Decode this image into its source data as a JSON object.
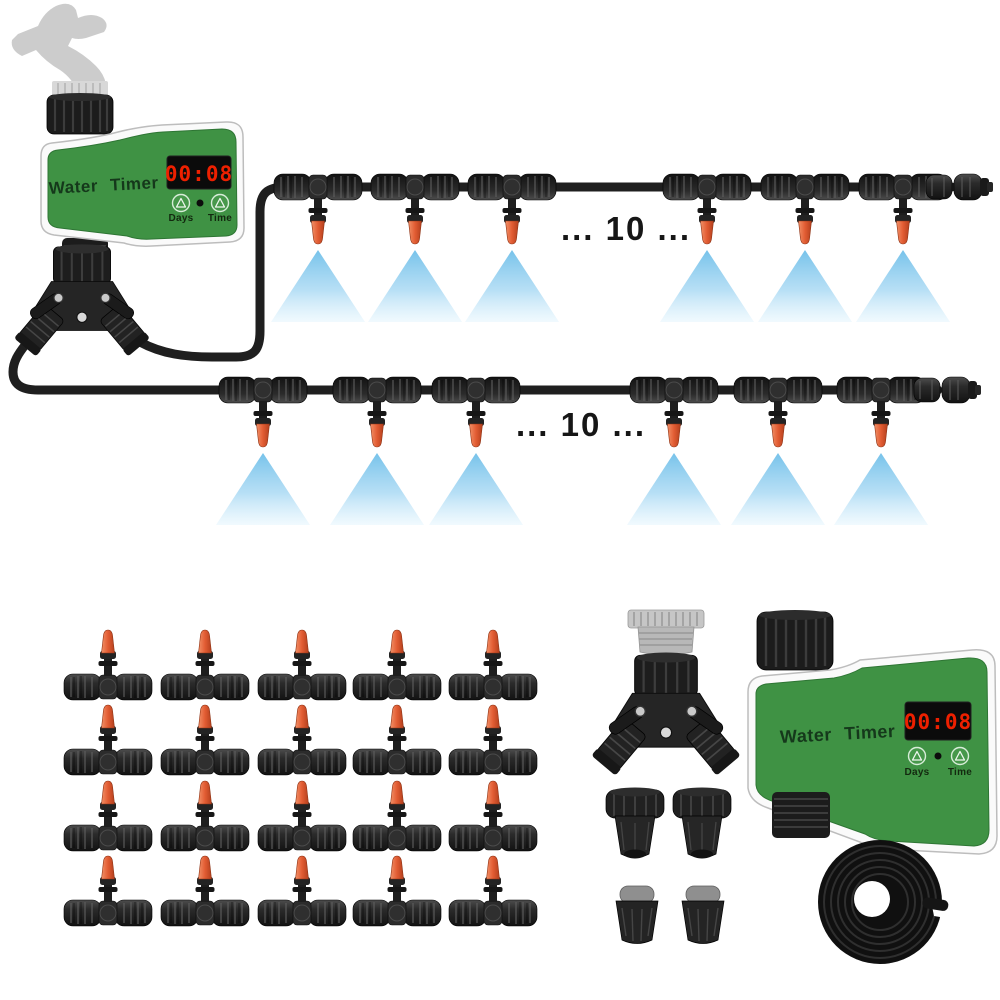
{
  "timers": {
    "main": {
      "label": "Water Timer",
      "display": "00:08",
      "days_label": "Days",
      "time_label": "Time"
    },
    "kit": {
      "label": "Water Timer",
      "display": "00:08",
      "days_label": "Days",
      "time_label": "Time"
    }
  },
  "lines": {
    "line1": {
      "count_label": "... 10 ...",
      "visible_nozzle_count": 6
    },
    "line2": {
      "count_label": "... 10 ...",
      "visible_nozzle_count": 6
    }
  },
  "components": {
    "faucet_silhouette": 1,
    "water_timer_count": 2,
    "two_way_splitter_count": 2,
    "grid_tee_connector_count": 20,
    "grid_rows": 4,
    "grid_columns": 5,
    "hose_coupling_count": 2,
    "end_plug_count": 2,
    "thread_gasket_adapter_count": 1,
    "tubing_coil_count": 1,
    "line_end_plug_count": 2
  },
  "icons": {
    "days_button": "triangle-up-icon",
    "time_button": "triangle-up-icon",
    "mist": "spray-cone",
    "faucet": "tap-silhouette"
  },
  "colors": {
    "timer_green": "#3f9244",
    "timer_body_white": "#fafafa",
    "display_background": "#0b0b0b",
    "display_red": "#ee2000",
    "nozzle_orange": "#e25c33",
    "mist_blue": "#8fccef",
    "tube_black": "#1f1f1f",
    "faucet_grey": "#c8c8c8",
    "background": "#ffffff"
  }
}
